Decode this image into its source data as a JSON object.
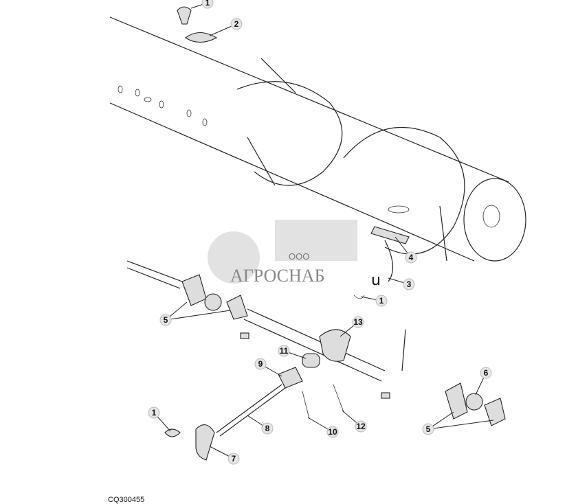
{
  "diagram": {
    "figure_id": "CQ300455",
    "watermark": {
      "prefix": "ООО",
      "name": "АГРОСНАБ"
    },
    "stray_text": "u",
    "callouts": [
      "1",
      "2",
      "4",
      "3",
      "1",
      "5",
      "13",
      "11",
      "9",
      "6",
      "1",
      "8",
      "10",
      "12",
      "5",
      "7"
    ],
    "colors": {
      "line": "#222222",
      "callout_fill": "#e6e6e6",
      "watermark": "#d8d8d8"
    }
  }
}
